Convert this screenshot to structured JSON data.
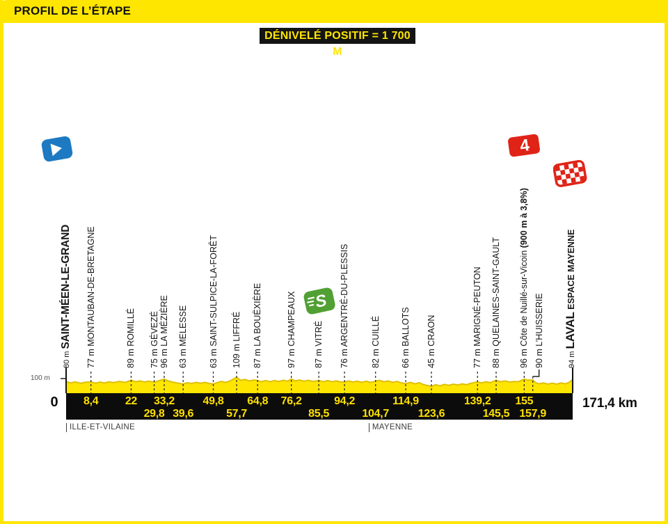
{
  "header": {
    "title": "PROFIL DE L’ÉTAPE"
  },
  "banner": {
    "text": "DÉNIVELÉ POSITIF = 1 700 M"
  },
  "colors": {
    "yellow": "#ffe600",
    "bar_black": "#0c0c0c",
    "profile_stroke": "#dfc000",
    "start_blue": "#1d7ac2",
    "sprint_green": "#51a033",
    "kom_red": "#e02317"
  },
  "chart_data": {
    "type": "area",
    "x_unit": "km",
    "y_unit": "m",
    "x_range": [
      0,
      171.4
    ],
    "y_scale_label": "100 m",
    "origin_label": "0",
    "end_label": "171,4 km",
    "grid": "off",
    "legend": "none",
    "departments": [
      {
        "label": "ILLE-ET-VILAINE",
        "km": 0
      },
      {
        "label": "MAYENNE",
        "km": 102.4
      }
    ],
    "towns": [
      {
        "km": 0,
        "elev": "80 m",
        "name": "SAINT-MÉEN-LE-GRAND",
        "style": "start",
        "marker": "start-flag",
        "line": "solid"
      },
      {
        "km": 8.4,
        "elev": "77 m",
        "name": "MONTAUBAN-DE-BRETAGNE"
      },
      {
        "km": 22,
        "elev": "89 m",
        "name": "ROMILLÉ"
      },
      {
        "km": 29.8,
        "elev": "75 m",
        "name": "GÉVEZÉ"
      },
      {
        "km": 33.2,
        "elev": "96 m",
        "name": "LA MÉZIÈRE"
      },
      {
        "km": 39.6,
        "elev": "63 m",
        "name": "MELESSE"
      },
      {
        "km": 49.8,
        "elev": "63 m",
        "name": "SAINT-SULPICE-LA-FORÊT"
      },
      {
        "km": 57.7,
        "elev": "109 m",
        "name": "LIFFRÉ"
      },
      {
        "km": 64.8,
        "elev": "87 m",
        "name": "LA BOUËXIÈRE"
      },
      {
        "km": 76.2,
        "elev": "97 m",
        "name": "CHAMPEAUX"
      },
      {
        "km": 85.5,
        "elev": "87 m",
        "name": "VITRÉ",
        "marker": "sprint"
      },
      {
        "km": 94.2,
        "elev": "76 m",
        "name": "ARGENTRÉ-DU-PLESSIS"
      },
      {
        "km": 104.7,
        "elev": "82 m",
        "name": "CUILLÉ"
      },
      {
        "km": 114.9,
        "elev": "66 m",
        "name": "BALLOTS"
      },
      {
        "km": 123.6,
        "elev": "45 m",
        "name": "CRAON"
      },
      {
        "km": 139.2,
        "elev": "77 m",
        "name": "MARIGNÉ-PEUTON"
      },
      {
        "km": 145.5,
        "elev": "88 m",
        "name": "QUELAINES-SAINT-GAULT"
      },
      {
        "km": 155,
        "elev": "96 m",
        "name": "Côte de Nuillé-sur-Vicoin ",
        "name_bold": "(900 m à 3,8%)",
        "marker": "category-4"
      },
      {
        "km": 157.9,
        "elev": "90 m",
        "name": "L’HUISSERIE",
        "elbow": true
      },
      {
        "km": 171.4,
        "elev": "94 m",
        "name": "LAVAL",
        "name2": "ESPACE MAYENNE",
        "style": "finish",
        "marker": "finish-flag",
        "line": "solid"
      }
    ],
    "km_rows": {
      "row1": [
        {
          "label": "8,4",
          "km": 8.4
        },
        {
          "label": "22",
          "km": 22
        },
        {
          "label": "33,2",
          "km": 33.2
        },
        {
          "label": "49,8",
          "km": 49.8
        },
        {
          "label": "64,8",
          "km": 64.8
        },
        {
          "label": "76,2",
          "km": 76.2
        },
        {
          "label": "94,2",
          "km": 94.2
        },
        {
          "label": "114,9",
          "km": 114.9
        },
        {
          "label": "139,2",
          "km": 139.2
        },
        {
          "label": "155",
          "km": 155
        }
      ],
      "row2": [
        {
          "label": "29,8",
          "km": 29.8
        },
        {
          "label": "39,6",
          "km": 39.6
        },
        {
          "label": "57,7",
          "km": 57.7
        },
        {
          "label": "85,5",
          "km": 85.5
        },
        {
          "label": "104,7",
          "km": 104.7
        },
        {
          "label": "123,6",
          "km": 123.6
        },
        {
          "label": "145,5",
          "km": 145.5
        },
        {
          "label": "157,9",
          "km": 157.9
        }
      ]
    },
    "profile": [
      [
        0,
        80
      ],
      [
        1.5,
        70
      ],
      [
        3,
        77
      ],
      [
        5,
        68
      ],
      [
        6.5,
        75
      ],
      [
        8.4,
        77
      ],
      [
        10,
        68
      ],
      [
        11.5,
        76
      ],
      [
        13,
        70
      ],
      [
        14.5,
        78
      ],
      [
        16,
        72
      ],
      [
        18,
        80
      ],
      [
        20,
        74
      ],
      [
        22,
        89
      ],
      [
        23.5,
        78
      ],
      [
        25,
        84
      ],
      [
        26.5,
        76
      ],
      [
        28,
        82
      ],
      [
        29.8,
        75
      ],
      [
        31.5,
        86
      ],
      [
        33.2,
        96
      ],
      [
        34.5,
        84
      ],
      [
        36,
        76
      ],
      [
        37.5,
        70
      ],
      [
        39.6,
        63
      ],
      [
        41,
        72
      ],
      [
        42.5,
        66
      ],
      [
        44,
        74
      ],
      [
        45.5,
        68
      ],
      [
        47,
        74
      ],
      [
        48.5,
        66
      ],
      [
        49.8,
        63
      ],
      [
        51,
        72
      ],
      [
        52.5,
        80
      ],
      [
        54,
        74
      ],
      [
        55.5,
        84
      ],
      [
        57.7,
        109
      ],
      [
        59,
        88
      ],
      [
        60.5,
        94
      ],
      [
        62,
        84
      ],
      [
        63.5,
        90
      ],
      [
        64.8,
        87
      ],
      [
        66,
        78
      ],
      [
        67.5,
        86
      ],
      [
        69,
        78
      ],
      [
        70.5,
        86
      ],
      [
        72,
        80
      ],
      [
        73.5,
        88
      ],
      [
        75,
        82
      ],
      [
        76.2,
        97
      ],
      [
        77.5,
        84
      ],
      [
        79,
        90
      ],
      [
        80.5,
        82
      ],
      [
        82,
        88
      ],
      [
        83.5,
        80
      ],
      [
        85.5,
        87
      ],
      [
        87,
        78
      ],
      [
        88.5,
        86
      ],
      [
        90,
        78
      ],
      [
        91.5,
        84
      ],
      [
        93,
        76
      ],
      [
        94.2,
        76
      ],
      [
        95.5,
        84
      ],
      [
        97,
        76
      ],
      [
        98.5,
        82
      ],
      [
        100,
        74
      ],
      [
        101.5,
        82
      ],
      [
        103,
        74
      ],
      [
        104.7,
        82
      ],
      [
        106,
        88
      ],
      [
        107.5,
        78
      ],
      [
        109,
        84
      ],
      [
        110.5,
        74
      ],
      [
        112,
        80
      ],
      [
        113.5,
        70
      ],
      [
        114.9,
        66
      ],
      [
        116.5,
        74
      ],
      [
        118,
        64
      ],
      [
        119.5,
        72
      ],
      [
        121,
        58
      ],
      [
        122.5,
        52
      ],
      [
        123.6,
        45
      ],
      [
        125,
        58
      ],
      [
        126.5,
        50
      ],
      [
        128,
        60
      ],
      [
        129.5,
        54
      ],
      [
        131,
        62
      ],
      [
        132.5,
        56
      ],
      [
        134,
        64
      ],
      [
        135.5,
        58
      ],
      [
        137,
        68
      ],
      [
        138,
        72
      ],
      [
        139.2,
        77
      ],
      [
        140.5,
        70
      ],
      [
        142,
        78
      ],
      [
        143.5,
        72
      ],
      [
        145.5,
        88
      ],
      [
        147,
        78
      ],
      [
        148.5,
        84
      ],
      [
        150,
        76
      ],
      [
        151.5,
        80
      ],
      [
        153,
        78
      ],
      [
        155,
        96
      ],
      [
        156,
        90
      ],
      [
        157.9,
        90
      ],
      [
        158.8,
        72
      ],
      [
        160,
        64
      ],
      [
        161.5,
        70
      ],
      [
        163,
        62
      ],
      [
        164.5,
        68
      ],
      [
        166,
        62
      ],
      [
        167.5,
        70
      ],
      [
        169,
        64
      ],
      [
        170.2,
        74
      ],
      [
        171.4,
        94
      ]
    ]
  }
}
